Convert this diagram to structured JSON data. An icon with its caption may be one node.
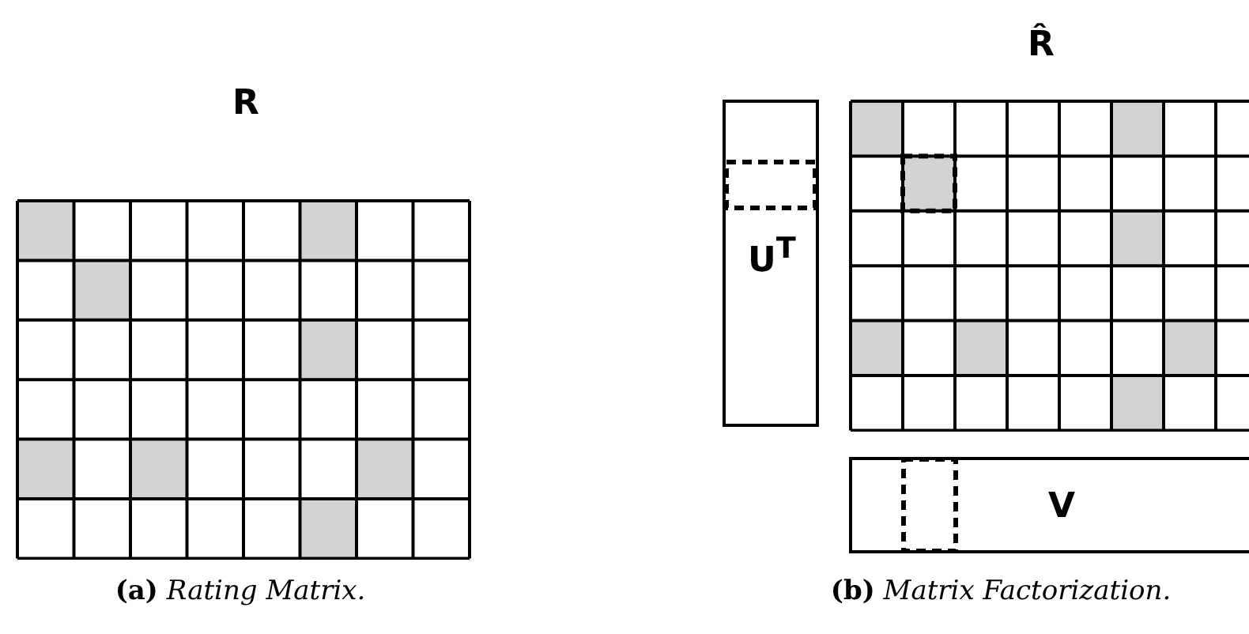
{
  "diagram": {
    "nodes": [
      {
        "text": [
          "R"
        ]
      },
      {
        "text": [
          "U$^{T}$"
        ]
      },
      {
        "text": [
          "R̂"
        ]
      },
      {
        "text": [
          "V"
        ]
      }
    ],
    "labels": [
      "**(a)** *Rating Matrix.*",
      "**(b)** *Matrix Factorization.*"
    ]
  }
}
